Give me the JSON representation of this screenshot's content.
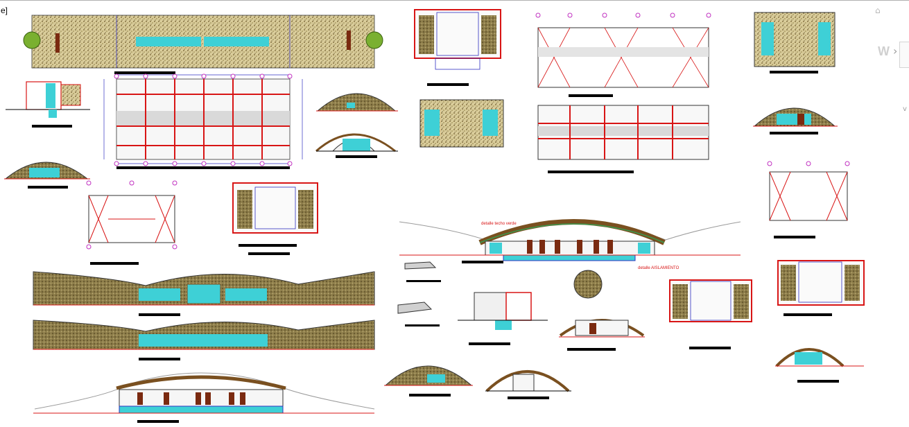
{
  "viewport": {
    "label": "e]"
  },
  "navigation": {
    "compass_letter": "W",
    "arrow_glyph": "›",
    "home_glyph": "⌂",
    "view_glyph": "v"
  },
  "annotations": {
    "detalle_techo_verde": "detalle techo verde",
    "detalle_aislamiento": "detalle AISLAMIENTO"
  },
  "colors": {
    "earth": "#b5a26a",
    "glass": "#3ed0d6",
    "wall_red": "#d81515",
    "dim_blue": "#3030c0",
    "grid_magenta": "#c030c0",
    "door_brown": "#7a2a10"
  }
}
